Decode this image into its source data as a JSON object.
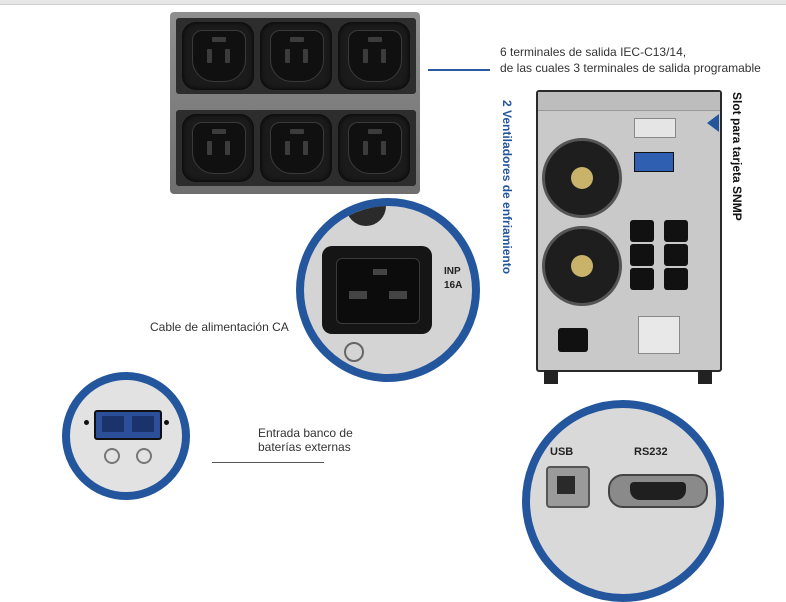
{
  "labels": {
    "outlets_line1": "6 terminales de salida IEC-C13/14,",
    "outlets_line2": "de las cuales 3 terminales de salida programable",
    "snmp_slot": "Slot para tarjeta SNMP",
    "fans": "2 Ventiladores de enfriamiento",
    "ac_cable": "Cable de alimentación CA",
    "battery_line1": "Entrada banco de",
    "battery_line2": "baterías externas",
    "usb": "USB",
    "rs232": "RS232",
    "input_partial_1": "INP",
    "input_partial_2": "16A"
  },
  "colors": {
    "accent": "#24569e",
    "line": "#2c5aa0"
  },
  "icons": [
    "iec-c13-outlet-icon",
    "iec-c20-inlet-icon",
    "battery-connector-icon",
    "usb-b-port-icon",
    "db9-serial-port-icon",
    "cooling-fan-icon"
  ]
}
